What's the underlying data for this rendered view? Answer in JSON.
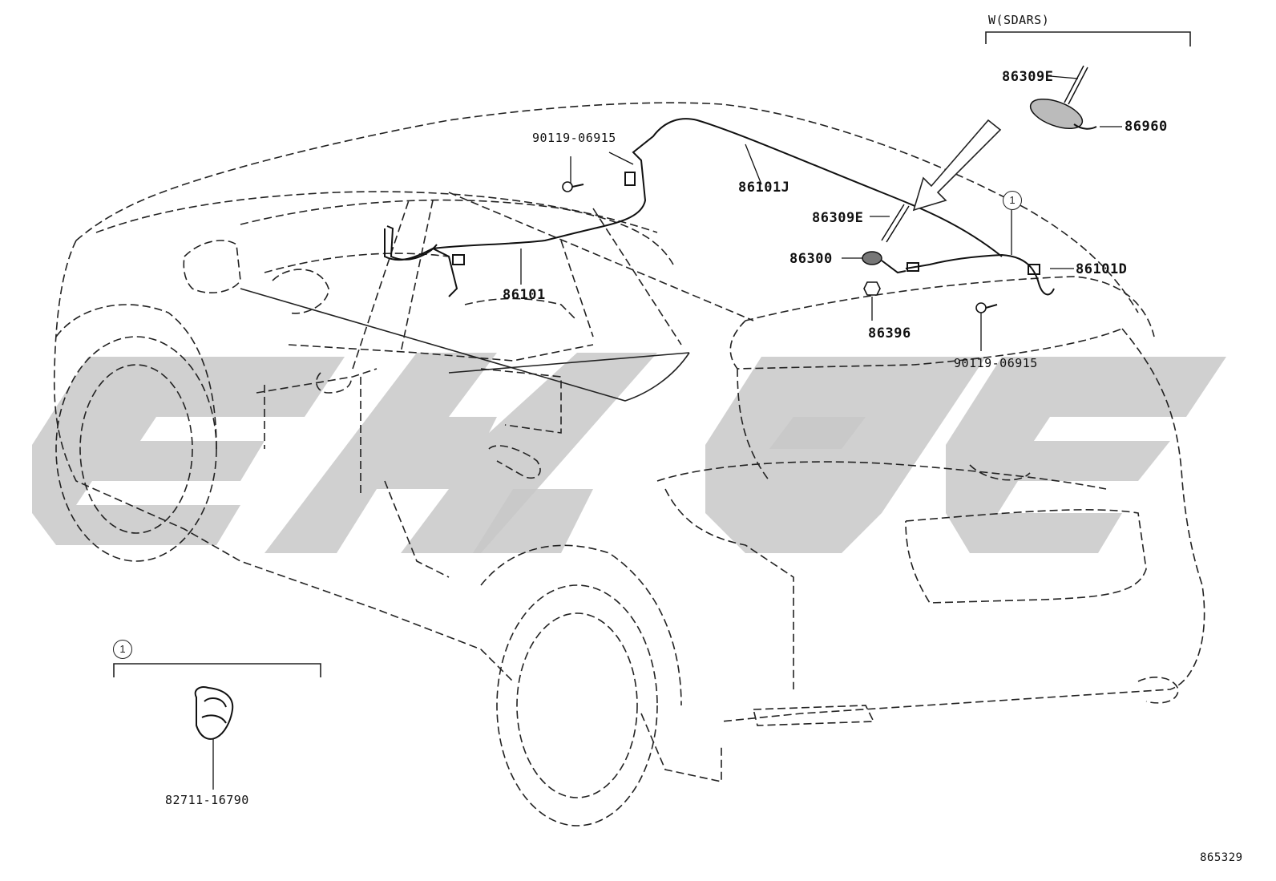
{
  "diagram": {
    "variant_label": "W(SDARS)",
    "figure_number": "865329",
    "callout_symbol": "1",
    "parts": {
      "p86309E_top": "86309E",
      "p86960": "86960",
      "p86101J": "86101J",
      "p90119_top": "90119-06915",
      "p86309E_mid": "86309E",
      "p86300": "86300",
      "p86101D": "86101D",
      "p86101": "86101",
      "p86396": "86396",
      "p90119_bot": "90119-06915",
      "p82711": "82711-16790"
    }
  }
}
